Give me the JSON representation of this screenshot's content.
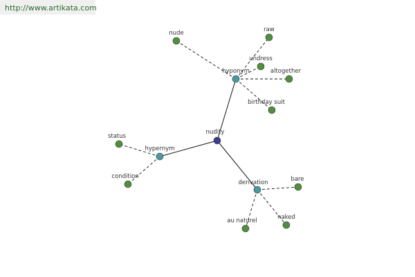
{
  "site": {
    "url": "http://www.artikata.com"
  },
  "colors": {
    "center": "#3d3d8f",
    "relation": "#4a9aa0",
    "word": "#4f8f3f",
    "edge": "#111111"
  },
  "graph": {
    "center": {
      "label": "nudity"
    },
    "relations": [
      {
        "id": "hyponym",
        "label": "hyponym",
        "words": [
          "nude",
          "raw",
          "undress",
          "altogether",
          "birthday suit"
        ]
      },
      {
        "id": "hypernym",
        "label": "hypernym",
        "words": [
          "status",
          "condition"
        ]
      },
      {
        "id": "derivation",
        "label": "derivation",
        "words": [
          "bare",
          "au naturel",
          "naked"
        ]
      }
    ]
  }
}
